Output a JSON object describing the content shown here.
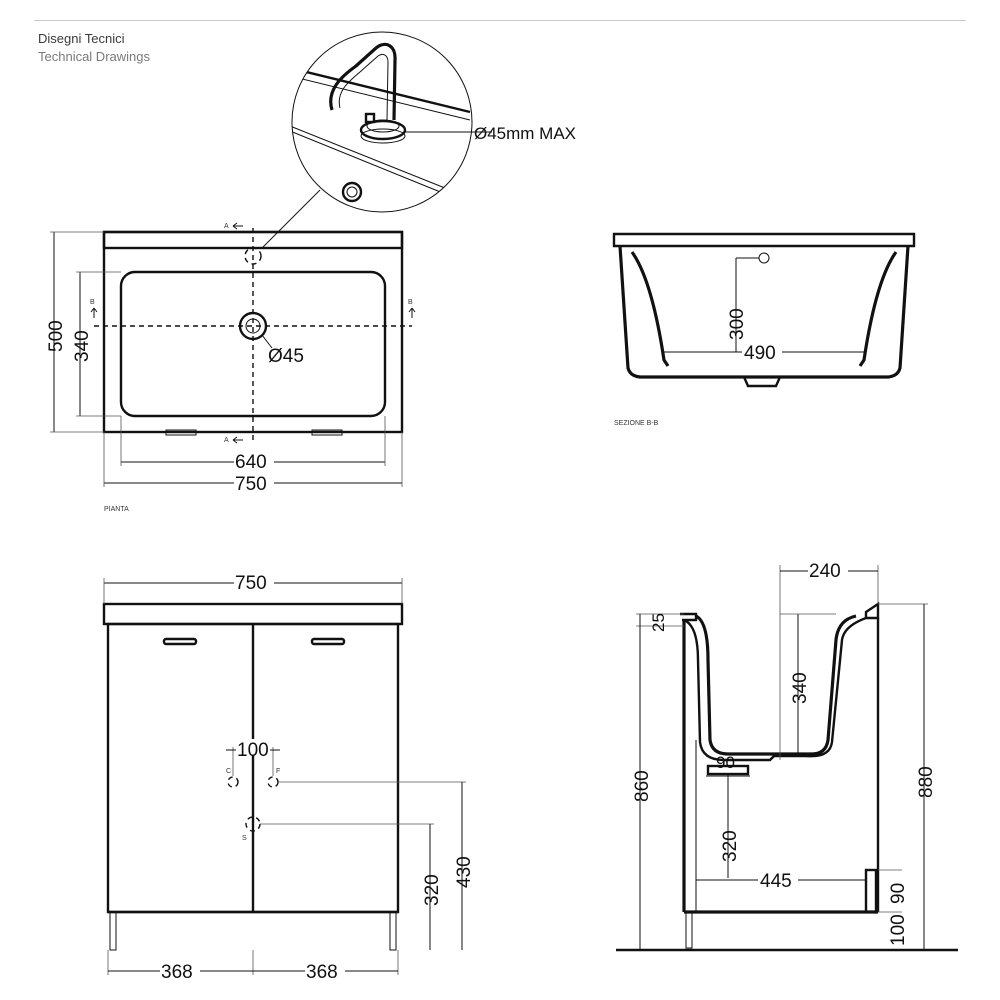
{
  "header": {
    "title_it": "Disegni Tecnici",
    "title_en": "Technical Drawings"
  },
  "detail": {
    "hole_max": "Ø45mm MAX"
  },
  "plan": {
    "caption": "PIANTA",
    "dim_500": "500",
    "dim_340": "340",
    "dim_640": "640",
    "dim_750": "750",
    "drain": "Ø45",
    "marker_a": "A",
    "marker_b": "B"
  },
  "section_bb": {
    "caption": "SEZIONE B-B",
    "dim_300": "300",
    "dim_490": "490"
  },
  "front": {
    "dim_750": "750",
    "dim_100": "100",
    "dim_430": "430",
    "dim_320": "320",
    "dim_368_left": "368",
    "dim_368_right": "368",
    "marker_c": "C",
    "marker_f": "F",
    "marker_s": "S"
  },
  "side": {
    "dim_240": "240",
    "dim_25": "25",
    "dim_340": "340",
    "dim_90_top": "90",
    "dim_860": "860",
    "dim_880": "880",
    "dim_320": "320",
    "dim_445": "445",
    "dim_90_side": "90",
    "dim_100": "100"
  }
}
